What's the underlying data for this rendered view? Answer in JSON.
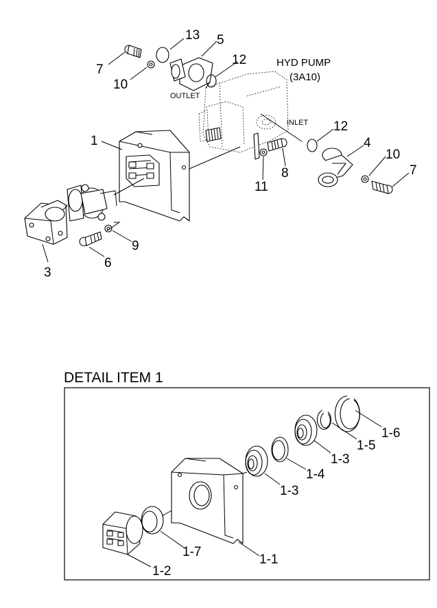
{
  "main": {
    "pump_label": "HYD PUMP",
    "pump_code": "(3A10)",
    "outlet_label": "OUTLET",
    "inlet_label": "INLET",
    "callouts": {
      "c13": "13",
      "c5": "5",
      "c12a": "12",
      "c7a": "7",
      "c10a": "10",
      "c1": "1",
      "c12b": "12",
      "c4": "4",
      "c10b": "10",
      "c7b": "7",
      "c8": "8",
      "c11": "11",
      "c3": "3",
      "c6": "6",
      "c9": "9"
    }
  },
  "detail": {
    "title": "DETAIL ITEM 1",
    "callouts": {
      "d16": "1-6",
      "d15": "1-5",
      "d13a": "1-3",
      "d14": "1-4",
      "d13b": "1-3",
      "d17": "1-7",
      "d11": "1-1",
      "d12": "1-2"
    }
  }
}
